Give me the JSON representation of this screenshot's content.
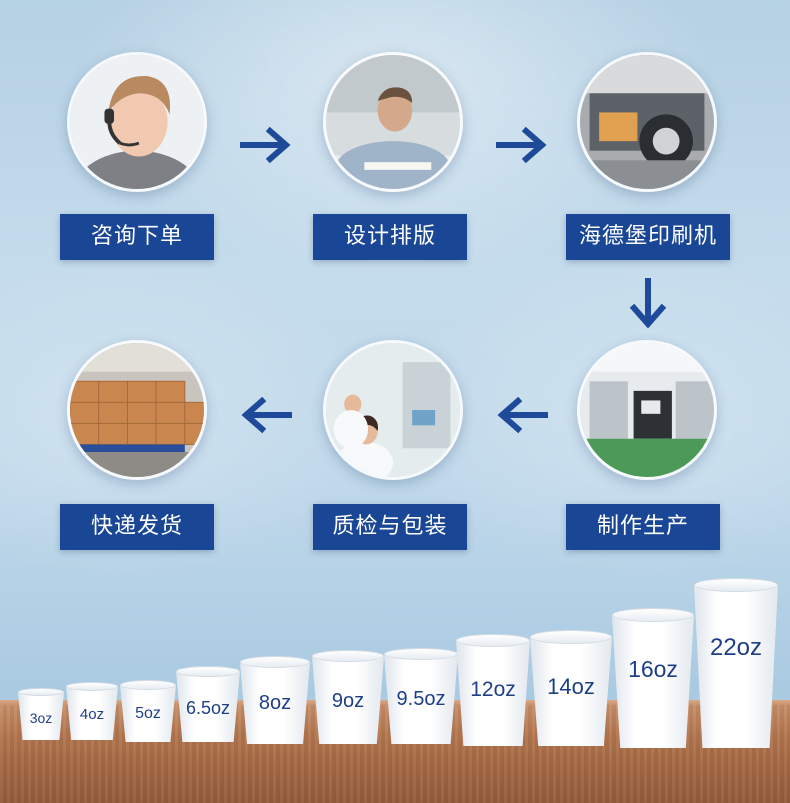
{
  "colors": {
    "label_bg": "#1a4696",
    "label_text": "#ffffff",
    "arrow": "#1f4a9a",
    "cup_text": "#1e3f88"
  },
  "steps": [
    {
      "label": "咨询下单",
      "photo": "customer-service-headset"
    },
    {
      "label": "设计排版",
      "photo": "designer-drawing"
    },
    {
      "label": "海德堡印刷机",
      "photo": "printing-machine"
    },
    {
      "label": "制作生产",
      "photo": "production-line"
    },
    {
      "label": "质检与包装",
      "photo": "quality-inspection"
    },
    {
      "label": "快递发货",
      "photo": "warehouse-boxes"
    }
  ],
  "cups": [
    {
      "size": "3oz"
    },
    {
      "size": "4oz"
    },
    {
      "size": "5oz"
    },
    {
      "size": "6.5oz"
    },
    {
      "size": "8oz"
    },
    {
      "size": "9oz"
    },
    {
      "size": "9.5oz"
    },
    {
      "size": "12oz"
    },
    {
      "size": "14oz"
    },
    {
      "size": "16oz"
    },
    {
      "size": "22oz"
    }
  ]
}
